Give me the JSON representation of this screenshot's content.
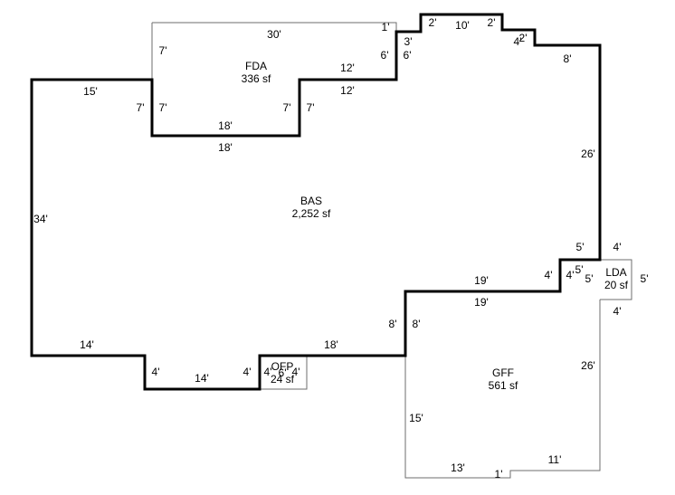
{
  "areas": {
    "bas": {
      "name": "BAS",
      "size": "2,252 sf"
    },
    "fda": {
      "name": "FDA",
      "size": "336 sf"
    },
    "gff": {
      "name": "GFF",
      "size": "561 sf"
    },
    "lda": {
      "name": "LDA",
      "size": "20 sf"
    },
    "ofp": {
      "name": "OFP",
      "size": "24 sf"
    }
  },
  "dims": {
    "fda_top": "30'",
    "fda_left": "7'",
    "fda_top_right": "1'",
    "fda_right_6": "6'",
    "fda_step_12": "12'",
    "fda_step_7": "7'",
    "fda_bottom": "18'",
    "bas_top_left": "15'",
    "bas_notch_left_out": "7'",
    "bas_notch_left_in": "7'",
    "bas_notch_bottom": "18'",
    "bas_notch_right_in": "7'",
    "bas_notch_right_out": "7'",
    "bas_step_12": "12'",
    "bas_right_6": "6'",
    "bas_3": "3'",
    "bas_2_left": "2'",
    "bas_10": "10'",
    "bas_2_right": "2'",
    "bas_2_small": "2'",
    "bas_4_small": "4'",
    "bas_8": "8'",
    "bas_26": "26'",
    "bas_5_top": "5'",
    "bas_4_step": "4'",
    "bas_5_small": "5'",
    "bas_19_top": "19'",
    "bas_8_left": "8'",
    "bas_18_bottom": "18'",
    "bas_34": "34'",
    "bas_14_left": "14'",
    "bas_4_left": "4'",
    "bas_14_bottom": "14'",
    "bas_4_right": "4'",
    "ofp_4_left": "4'",
    "ofp_6": "6'",
    "ofp_4_right": "4'",
    "lda_top": "4'",
    "lda_left": "5'",
    "lda_right": "5'",
    "lda_bottom": "4'",
    "gff_19": "19'",
    "gff_8": "8'",
    "gff_26": "26'",
    "gff_15": "15'",
    "gff_13": "13'",
    "gff_1": "1'",
    "gff_11": "11'",
    "gff_4_top": "4'"
  }
}
